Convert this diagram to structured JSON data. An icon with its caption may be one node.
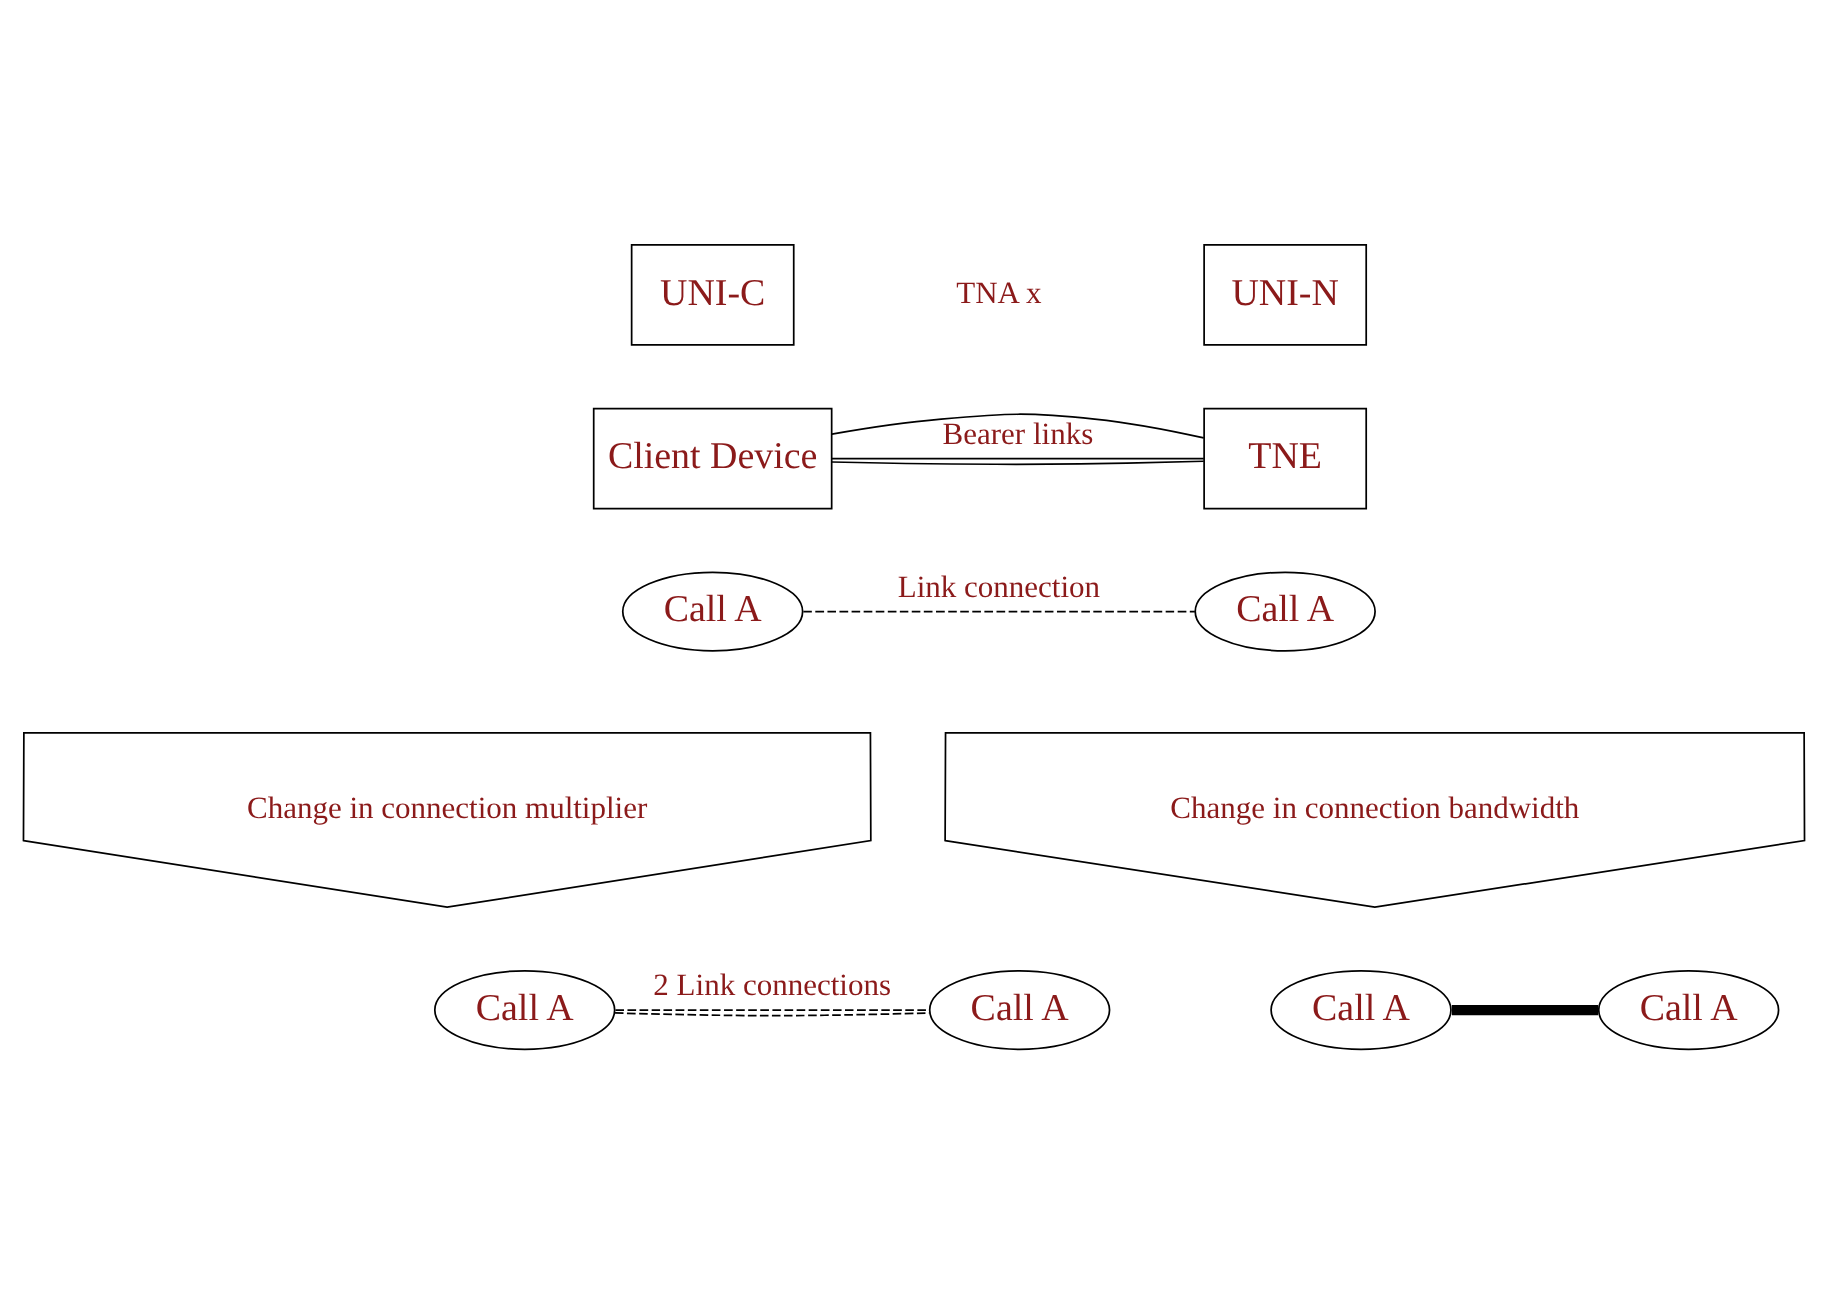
{
  "diagram": {
    "nodes": [
      {
        "text": [
          "UNI-C"
        ]
      },
      {
        "text": [
          "Client Device"
        ]
      },
      {
        "text": [
          "UNI-N"
        ]
      },
      {
        "text": [
          "TNE"
        ]
      },
      {
        "text": [
          "Call A"
        ]
      },
      {
        "text": [
          "Call A"
        ]
      },
      {
        "text": [
          "Change in connection multiplier"
        ]
      },
      {
        "text": [
          "Change in connection bandwidth"
        ]
      },
      {
        "text": [
          "Call A"
        ]
      },
      {
        "text": [
          "Call A"
        ]
      },
      {
        "text": [
          "Call A"
        ]
      },
      {
        "text": [
          "Call A"
        ]
      }
    ],
    "edges": [
      {
        "from": 1,
        "to": 3,
        "arrow": "none"
      },
      {
        "from": 1,
        "to": 3,
        "arrow": "none"
      },
      {
        "from": 1,
        "to": 3,
        "arrow": "none",
        "label": "Bearer links"
      },
      {
        "from": 4,
        "to": 5,
        "arrow": "none",
        "style": "dashed",
        "label": "Link connection"
      },
      {
        "from": 8,
        "to": 9,
        "arrow": "none",
        "style": "dashed",
        "label": "2 Link connections"
      },
      {
        "from": 8,
        "to": 9,
        "arrow": "none",
        "style": "dashed"
      },
      {
        "from": 10,
        "to": 11,
        "arrow": "none",
        "style": "thick"
      }
    ],
    "labels": [
      "TNA x"
    ]
  }
}
